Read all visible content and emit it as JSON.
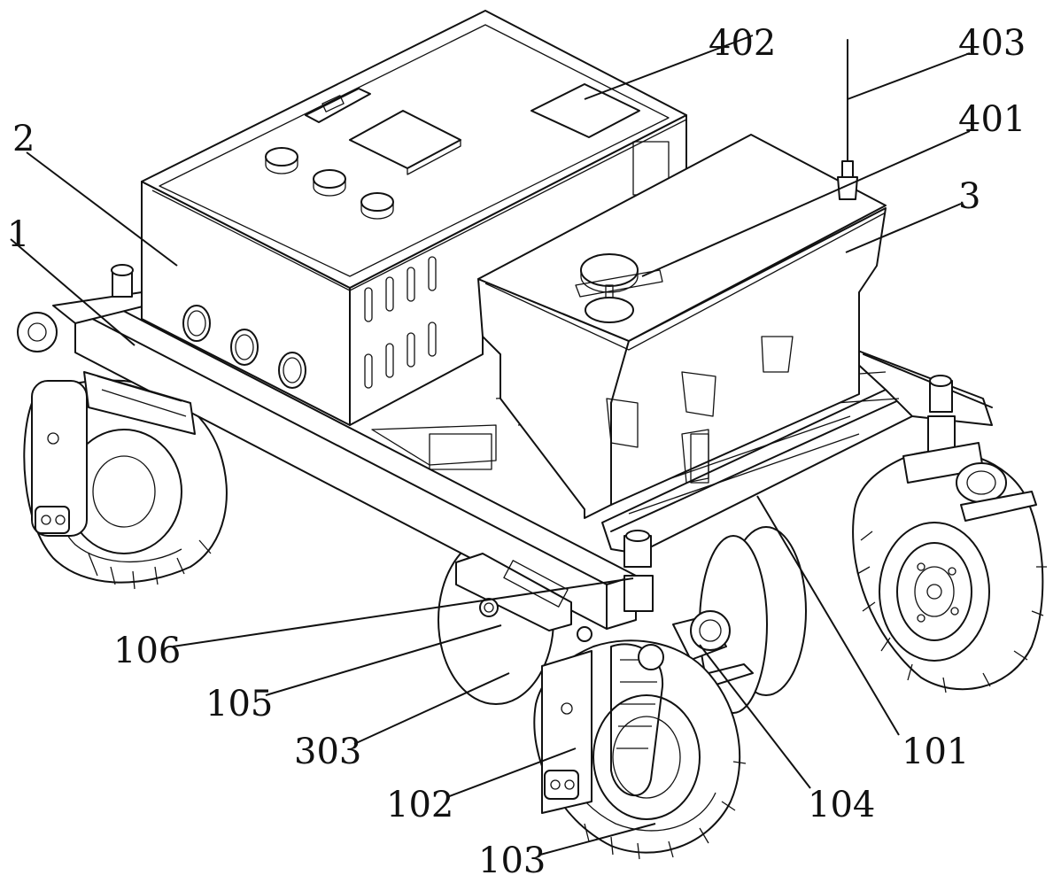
{
  "labels": {
    "l1": "1",
    "l2": "2",
    "l3": "3",
    "l101": "101",
    "l102": "102",
    "l103": "103",
    "l104": "104",
    "l105": "105",
    "l106": "106",
    "l303": "303",
    "l401": "401",
    "l402": "402",
    "l403": "403"
  }
}
